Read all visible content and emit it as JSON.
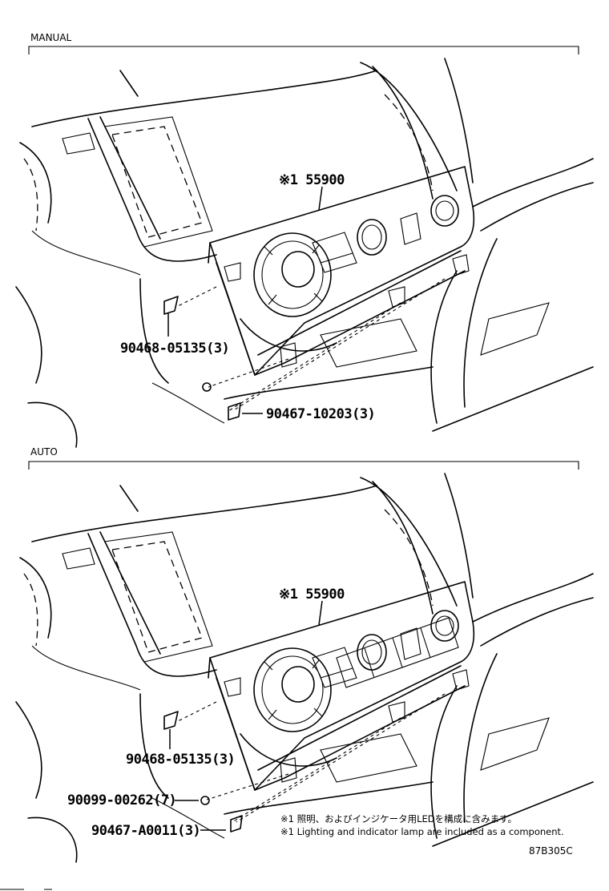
{
  "sections": [
    {
      "title": "MANUAL",
      "callouts": {
        "main_part": "※1 55900",
        "clip_a": "90468-05135(3)",
        "clip_b": "90467-10203(3)"
      }
    },
    {
      "title": "AUTO",
      "callouts": {
        "main_part": "※1 55900",
        "clip_a": "90468-05135(3)",
        "bolt": "90099-00262(7)",
        "clip_b": "90467-A0011(3)"
      }
    }
  ],
  "notes": {
    "ja": "※1 照明、およびインジケータ用LEDを構成に含みます。",
    "en": "※1 Lighting and indicator lamp are included as a component."
  },
  "illustration_code": "87B305C"
}
